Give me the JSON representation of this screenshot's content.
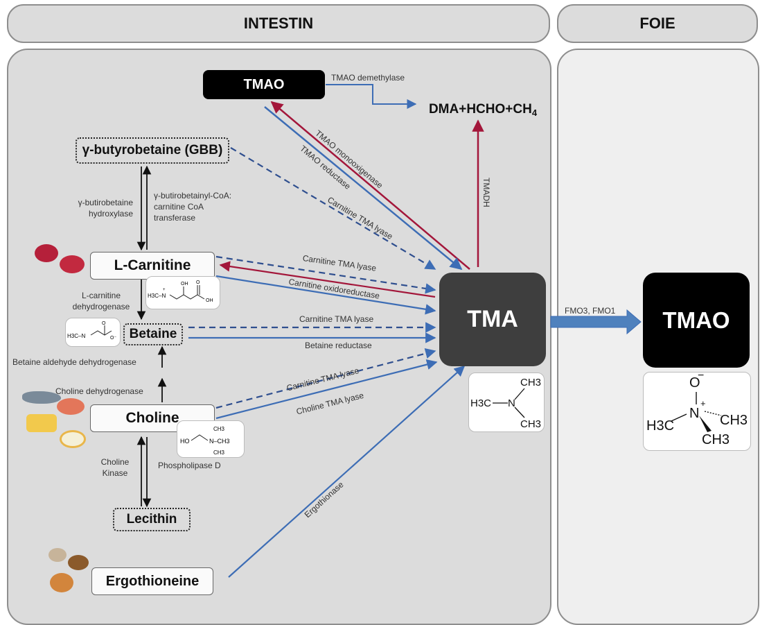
{
  "headers": {
    "intestine": "INTESTIN",
    "liver": "FOIE"
  },
  "nodes": {
    "tmao_top": "TMAO",
    "dma": "DMA+HCHO+CH",
    "dma_sub": "4",
    "gbb": "γ-butyrobetaine (GBB)",
    "lcarnitine": "L-Carnitine",
    "betaine": "Betaine",
    "choline": "Choline",
    "lecithin": "Lecithin",
    "ergothioneine": "Ergothioneine",
    "tma": "TMA",
    "tmao_liver": "TMAO"
  },
  "labels": {
    "tmao_demethylase": "TMAO demethylase",
    "tmao_monooxigenase": "TMAO monooxigenase",
    "tmao_reductase": "TMAO reductase",
    "carnitine_tma_lyase_gbb": "Carnitine TMA lyase",
    "tmadh": "TMADH",
    "gbb_hydroxylase_1": "γ-butirobetaine",
    "gbb_hydroxylase_2": "hydroxylase",
    "gbb_coa_1": "γ-butirobetainyl-CoA:",
    "gbb_coa_2": "carnitine CoA",
    "gbb_coa_3": "transferase",
    "carnitine_tma_lyase_lc": "Carnitine TMA lyase",
    "carnitine_oxidoreductase": "Carnitine oxidoreductase",
    "lc_dehydrogenase_1": "L-carnitine",
    "lc_dehydrogenase_2": "dehydrogenase",
    "carnitine_tma_lyase_bet": "Carnitine TMA lyase",
    "betaine_reductase": "Betaine reductase",
    "betaine_aldehyde_dh": "Betaine aldehyde dehydrogenase",
    "choline_dh": "Choline dehydrogenase",
    "carnitine_tma_lyase_ch": "Carnitine TMA lyase",
    "choline_tma_lyase": "Choline TMA lyase",
    "choline_kinase_1": "Choline",
    "choline_kinase_2": "Kinase",
    "phospholipase": "Phospholipase D",
    "ergothionase": "Ergothionase",
    "fmo": "FMO3, FMO1"
  },
  "molecules": {
    "tma": {
      "ch3_top": "CH3",
      "h3c": "H3C",
      "n": "N",
      "ch3_bottom": "CH3"
    },
    "tmao": {
      "o": "O",
      "minus": "−",
      "plus": "+",
      "n": "N",
      "h3c": "H3C",
      "ch3_right": "CH3",
      "ch3_bottom": "CH3"
    },
    "carnitine": "H3C–N⁺(CH3)2–CH2–CH(OH)–CH2–COOH",
    "betaine": "H3C–N⁺(CH3)2–CH2–COO⁻",
    "choline": "HO–CH2CH2–N⁺(CH3)3"
  },
  "colors": {
    "blue": "#3d6db5",
    "red": "#a3163a",
    "black": "#111111",
    "dark_gray": "#3e3e3e",
    "panel": "#dcdcdc"
  }
}
